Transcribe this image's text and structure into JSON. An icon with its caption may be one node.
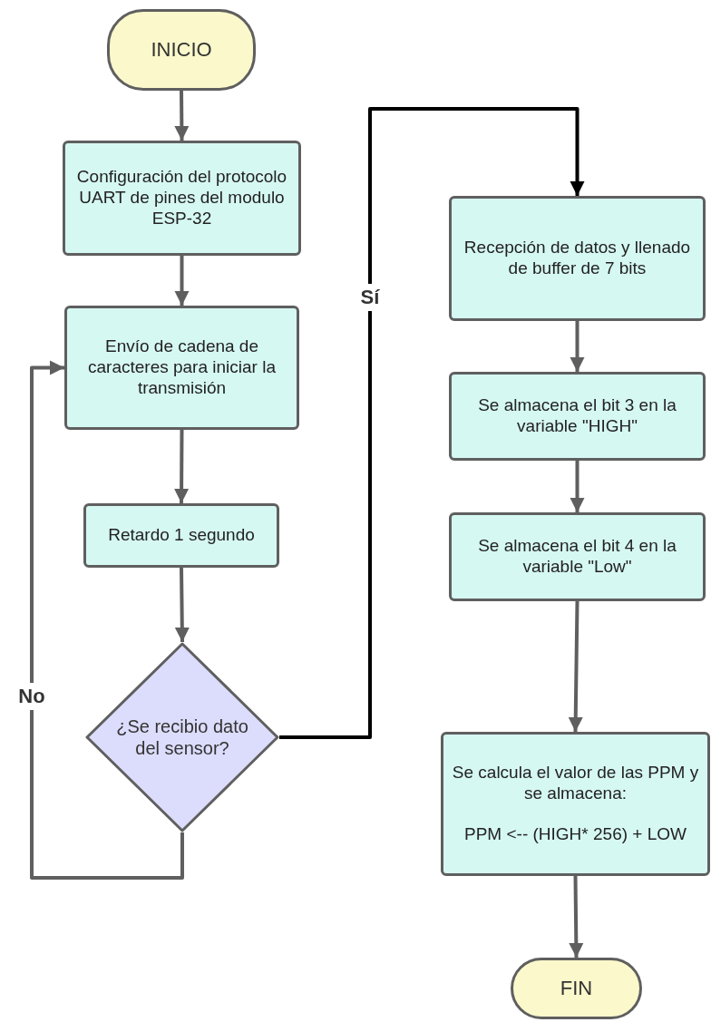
{
  "diagram": {
    "nodes": [
      {
        "text": [
          "INICIO"
        ]
      },
      {
        "text": [
          "Configuración del protocolo UART de pines del modulo ESP-32"
        ]
      },
      {
        "text": [
          "Envío de cadena de caracteres para iniciar la transmisión"
        ]
      },
      {
        "text": [
          "Retardo 1 segundo"
        ]
      },
      {
        "text": [
          "¿Se recibio dato del sensor?"
        ]
      },
      {
        "text": [
          "Recepción de datos y llenado de buffer de 7 bits"
        ]
      },
      {
        "text": [
          "Se almacena el bit  3 en la variable \"HIGH\""
        ]
      },
      {
        "text": [
          "Se almacena el bit  4 en la variable \"Low\""
        ]
      },
      {
        "text": [
          "Se calcula el valor de las PPM y se almacena:",
          "PPM <-- (HIGH* 256) + LOW"
        ]
      },
      {
        "text": [
          "FIN"
        ]
      }
    ],
    "edges": [
      {
        "from": 0,
        "to": 1,
        "arrow": "to"
      },
      {
        "from": 1,
        "to": 2,
        "arrow": "to"
      },
      {
        "from": 2,
        "to": 3,
        "arrow": "to"
      },
      {
        "from": 3,
        "to": 4,
        "arrow": "to"
      },
      {
        "from": 4,
        "to": 2,
        "arrow": "to",
        "label": "No"
      },
      {
        "from": 4,
        "to": 5,
        "arrow": "to",
        "label": "Sí",
        "color": "#000000"
      },
      {
        "from": 5,
        "to": 6,
        "arrow": "to"
      },
      {
        "from": 6,
        "to": 7,
        "arrow": "to"
      },
      {
        "from": 7,
        "to": 8,
        "arrow": "to"
      },
      {
        "from": 8,
        "to": 9,
        "arrow": "to"
      }
    ]
  }
}
